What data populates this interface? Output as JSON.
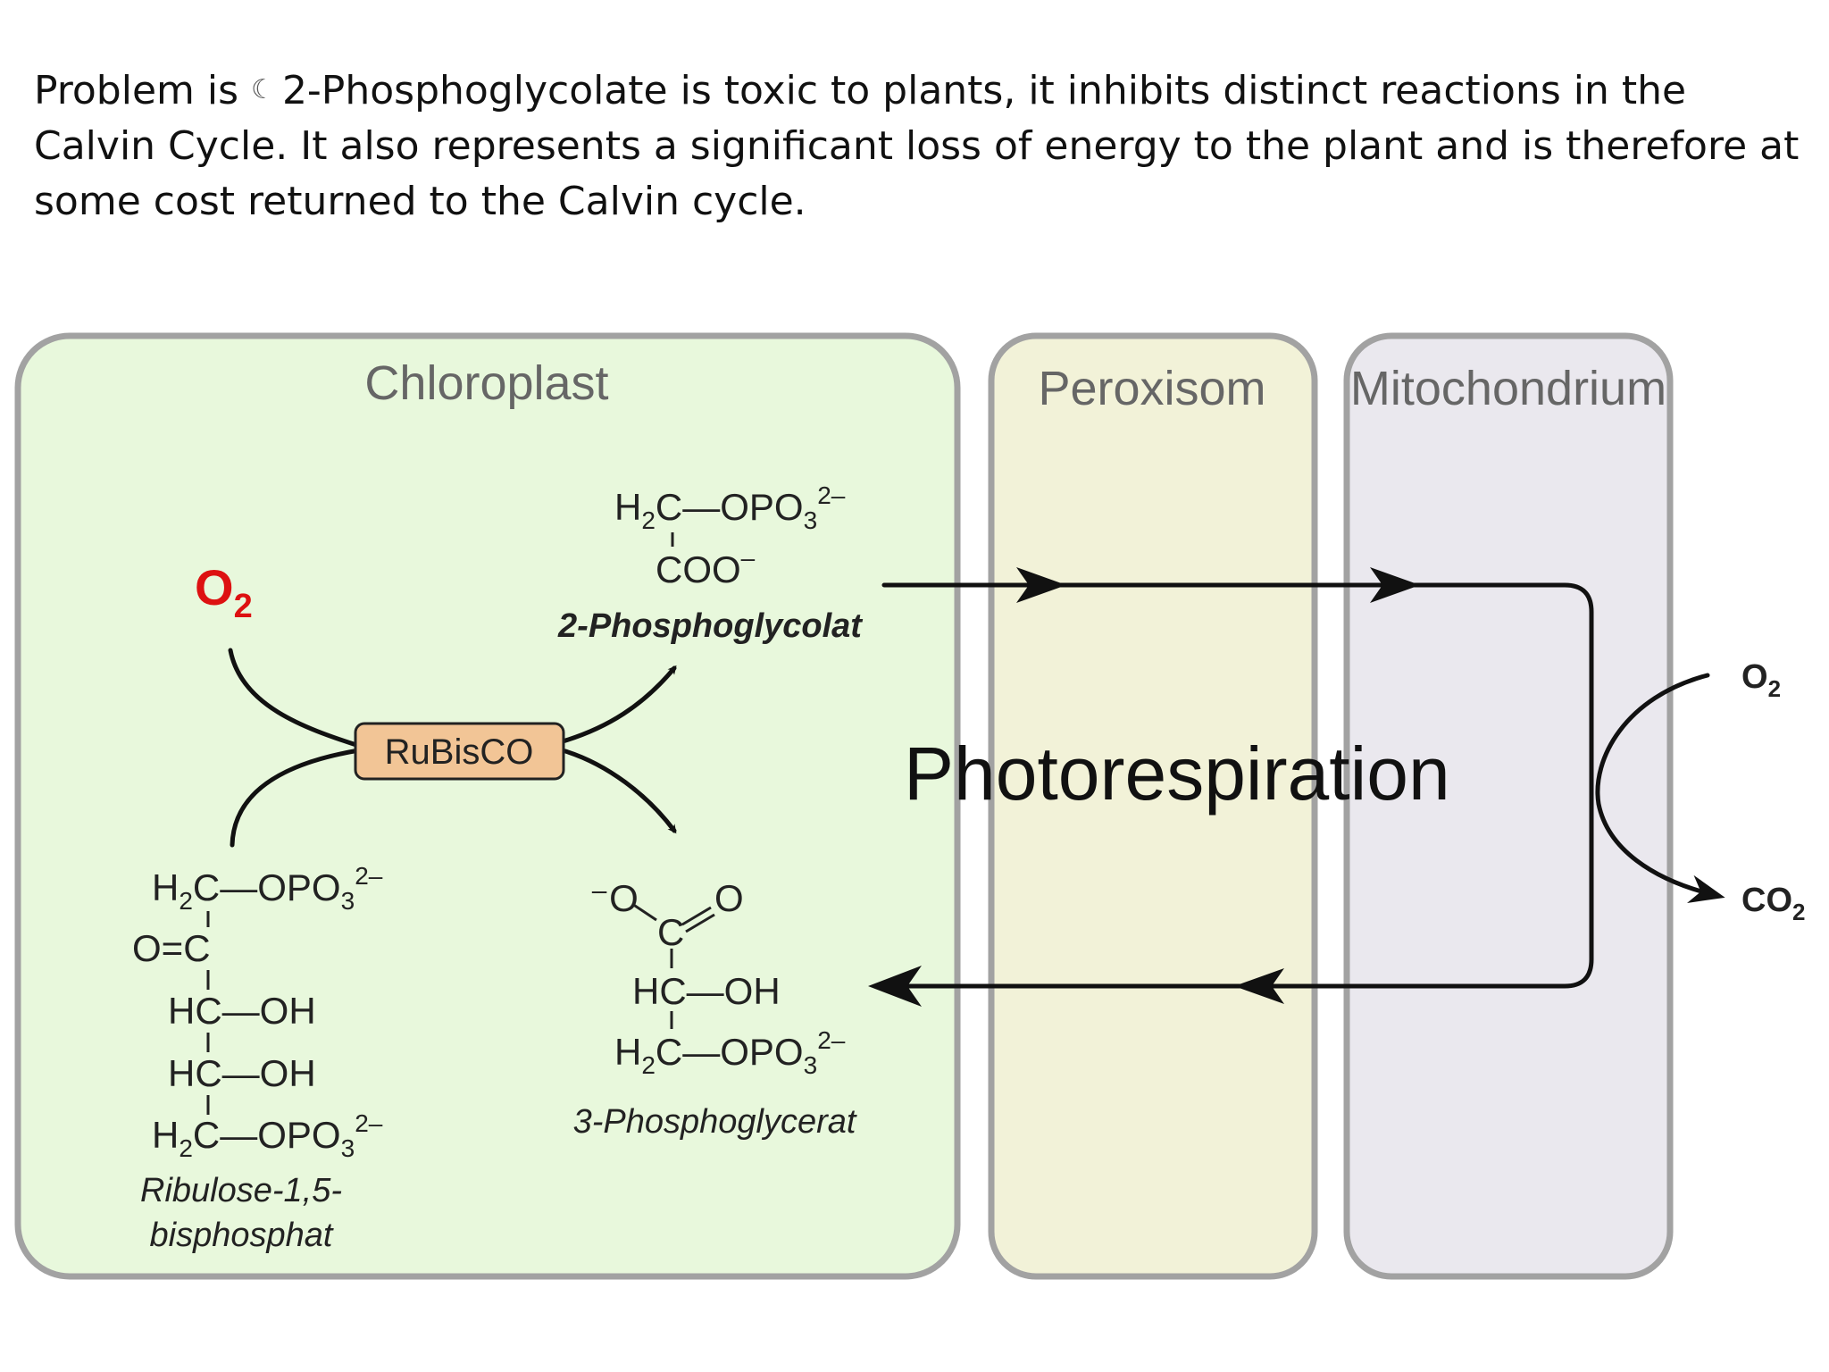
{
  "problem": {
    "lead": "Problem is",
    "moon_icon": "crescent-moon-icon",
    "body": "2-Phosphoglycolate is toxic to plants, it inhibits distinct reactions in the Calvin Cycle.  It also represents a significant loss of energy to the plant and is therefore at some cost returned to the Calvin cycle."
  },
  "compartments": {
    "chloroplast": "Chloroplast",
    "peroxisome": "Peroxisom",
    "mitochondrion": "Mitochondrium"
  },
  "colors": {
    "chloroplast_fill": "#e8f8dc",
    "peroxisome_fill": "#f2f2d8",
    "mitochondrion_fill": "#eae8ee",
    "border": "#a2a2a2",
    "rubisco_fill": "#f2c596",
    "oxygen_red": "#dd1111"
  },
  "reaction": {
    "oxygen": "O",
    "oxygen_sub": "2",
    "enzyme": "RuBisCO"
  },
  "phosphoglycolate": {
    "line1_a": "H",
    "line1_sub": "2",
    "line1_b": "C—OPO",
    "line1_sub2": "3",
    "line1_sup": "2–",
    "line2": "COO",
    "line2_sup": "–",
    "name": "2-Phosphoglycolat"
  },
  "phosphoglycerate": {
    "carboxyl_o_minus": "⁻O",
    "carboxyl_c": "C",
    "carboxyl_o": "O",
    "row_hc": "HC—OH",
    "row_h2c_a": "H",
    "row_h2c_sub": "2",
    "row_h2c_b": "C—OPO",
    "row_h2c_sub2": "3",
    "row_h2c_sup": "2–",
    "name": "3-Phosphoglycerat"
  },
  "rubp": {
    "row1_a": "H",
    "row1_sub": "2",
    "row1_b": "C—OPO",
    "row1_sub2": "3",
    "row1_sup": "2–",
    "row2": "O=C",
    "row3": "HC—OH",
    "row4": "HC—OH",
    "row5_a": "H",
    "row5_sub": "2",
    "row5_b": "C—OPO",
    "row5_sub2": "3",
    "row5_sup": "2–",
    "name_line1": "Ribulose-1,5-",
    "name_line2": "bisphosphat"
  },
  "pathway": {
    "title": "Photorespiration",
    "o2_in": "O",
    "o2_in_sub": "2",
    "co2_out": "CO",
    "co2_out_sub": "2"
  }
}
